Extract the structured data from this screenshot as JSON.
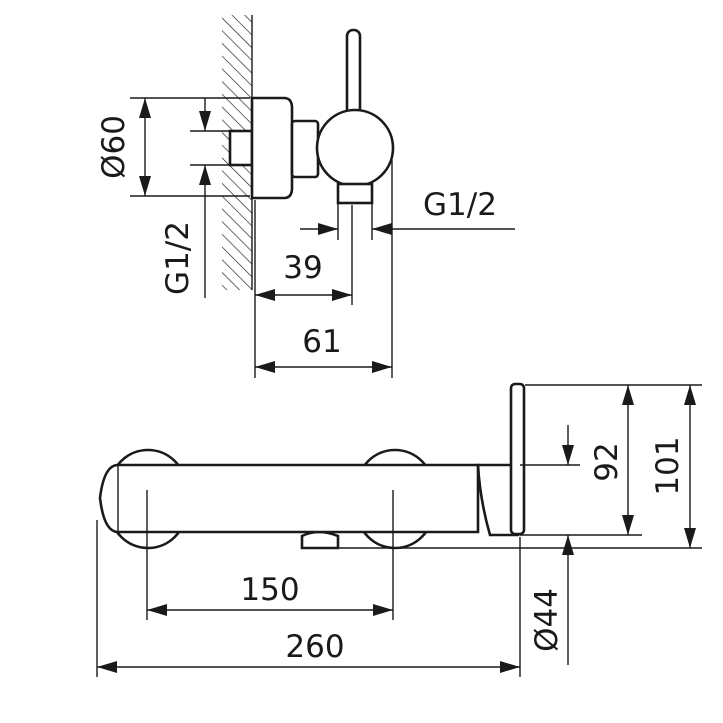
{
  "drawing": {
    "side_view": {
      "dim_diameter_plate": "Ø60",
      "dim_thread_inlet": "G1/2",
      "dim_thread_outlet": "G1/2",
      "dim_outlet_offset": "39",
      "dim_depth": "61"
    },
    "front_view": {
      "dim_center_distance": "150",
      "dim_total_length": "260",
      "dim_outlet_diameter": "Ø44",
      "dim_lever_height_a": "92",
      "dim_lever_height_b": "101"
    },
    "line_color": "#1a1a1a"
  }
}
